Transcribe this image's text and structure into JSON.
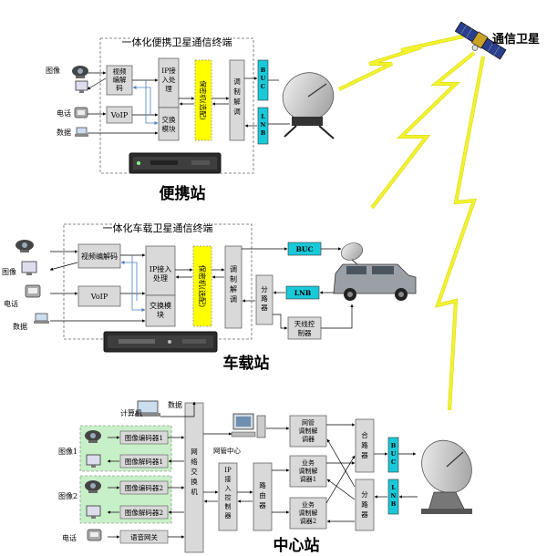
{
  "colors": {
    "gray_box": "#d9d9d9",
    "yellow": "#ffff00",
    "cyan": "#19c9d9",
    "green_panel": "#c8f0c8",
    "lightning": "#f2f230",
    "arrow_blue": "#4a7fc0"
  },
  "satellite": {
    "label": "通信卫星"
  },
  "portable": {
    "terminal_title": "一体化便携卫星通信终端",
    "station_name": "便携站",
    "video_codec": "视频\n编解\n码",
    "voip": "VoIP",
    "ip_access": "IP接\n入处\n理",
    "switch": "交换\n模块",
    "encryptor": "保密机\n(选配)",
    "modem": "调\n制\n解\n调",
    "buc": "B\nU\nC",
    "lnb": "L\nN\nB",
    "label_image": "图像",
    "label_phone": "电话",
    "label_data": "数据"
  },
  "vehicle": {
    "terminal_title": "一体化车载卫星通信终端",
    "station_name": "车载站",
    "video_codec": "视频编解码",
    "voip": "VoIP",
    "ip_access": "IP接入\n处理",
    "switch": "交换模\n块",
    "encryptor": "保密机\n(选配)",
    "modem": "调\n制\n解\n调",
    "buc": "BUC",
    "lnb": "LNB",
    "splitter": "分\n路\n器",
    "antenna_ctrl": "天线控\n制器",
    "label_image": "图像",
    "label_phone": "电话",
    "label_data": "数据"
  },
  "center": {
    "station_name": "中心站",
    "label_computer": "计算机",
    "label_data": "数据",
    "label_image1": "图像1",
    "label_image2": "图像2",
    "label_phone": "电话",
    "encoder1": "图像编码器1",
    "decoder1": "图像解码器1",
    "encoder2": "图像编码器2",
    "decoder2": "图像解码器2",
    "voice_gateway": "语音网关",
    "network_switch": "网\n络\n交\n换\n机",
    "nms_center": "网管中心",
    "ip_access_ctrl": "IP\n接\n入\n控\n制\n器",
    "router": "路\n由\n器",
    "nms_modem": "网管\n调制解\n调器",
    "service_modem1": "业务\n调制解\n调器1",
    "service_modem2": "业务\n调制解\n调器2",
    "combiner": "合\n路\n器",
    "splitter": "分\n路\n器",
    "buc": "B\nU\nC",
    "lnb": "L\nN\nB"
  }
}
